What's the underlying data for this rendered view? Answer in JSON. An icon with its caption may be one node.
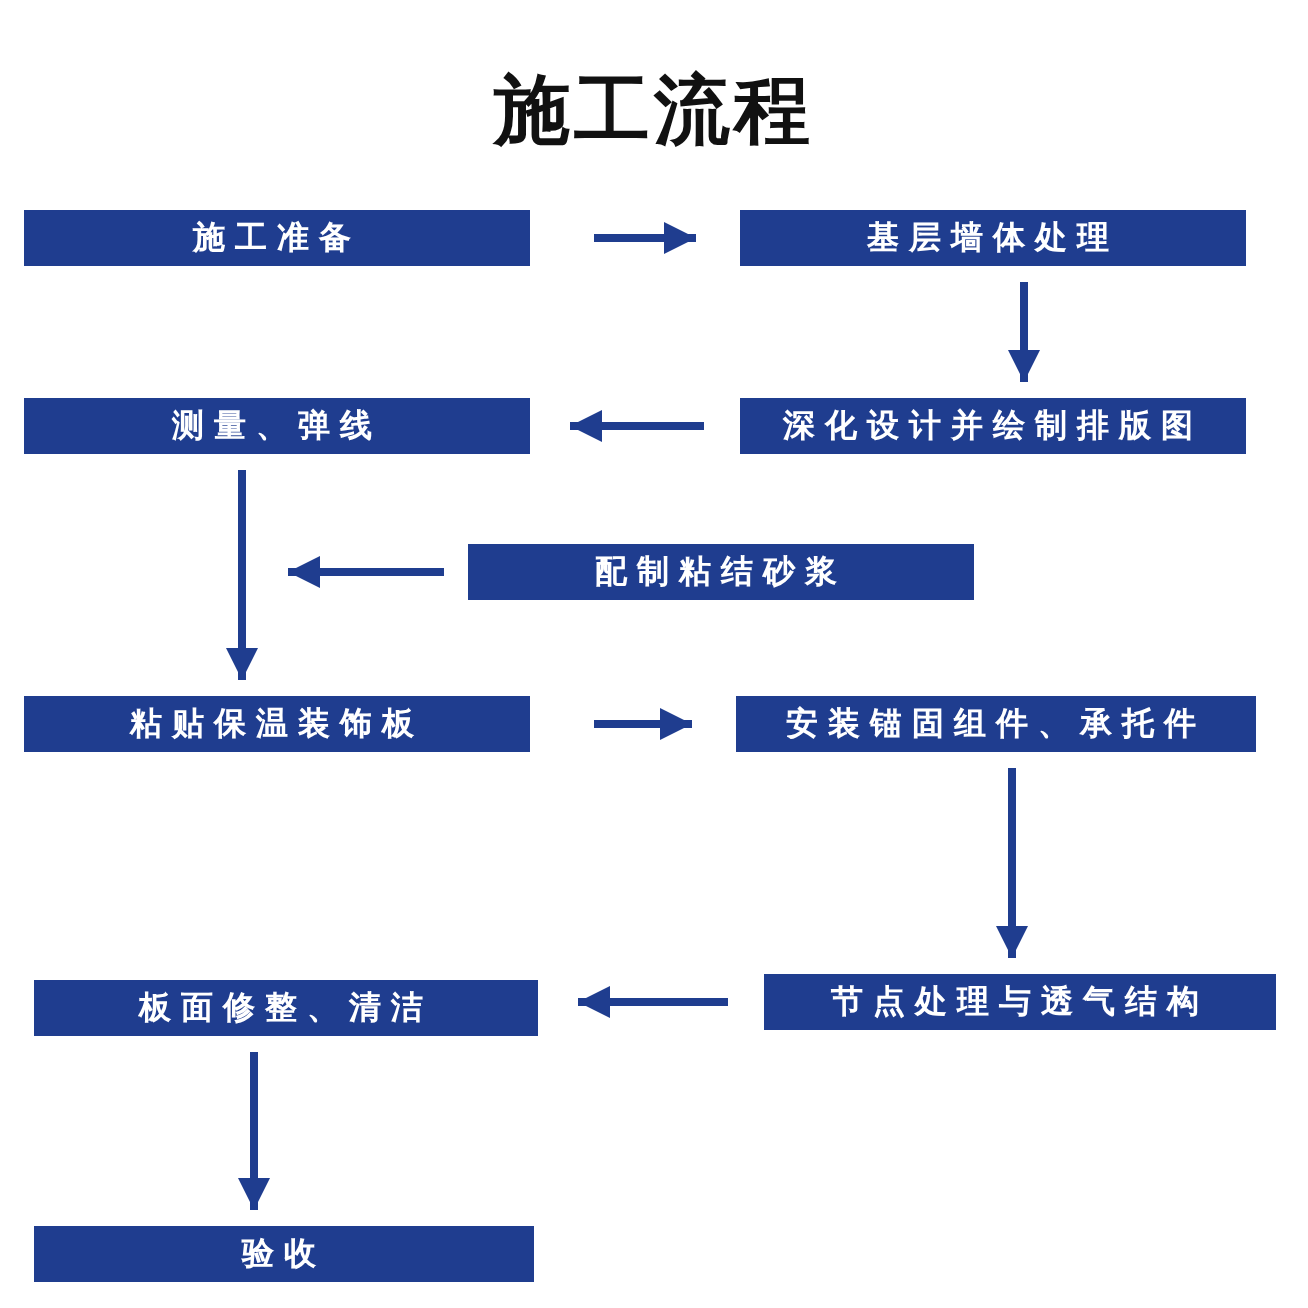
{
  "diagram": {
    "title": "施工流程",
    "nodes": [
      {
        "text": [
          "施工准备"
        ]
      },
      {
        "text": [
          "基层墙体处理"
        ]
      },
      {
        "text": [
          "测量、弹线"
        ]
      },
      {
        "text": [
          "深化设计并绘制排版图"
        ]
      },
      {
        "text": [
          "配制粘结砂浆"
        ]
      },
      {
        "text": [
          "粘贴保温装饰板"
        ]
      },
      {
        "text": [
          "安装锚固组件、承托件"
        ]
      },
      {
        "text": [
          "节点处理与透气结构"
        ]
      },
      {
        "text": [
          "板面修整、清洁"
        ]
      },
      {
        "text": [
          "验收"
        ]
      }
    ],
    "edges": [
      {
        "from": 0,
        "to": 1,
        "arrow": "to"
      },
      {
        "from": 1,
        "to": 3,
        "arrow": "to"
      },
      {
        "from": 3,
        "to": 2,
        "arrow": "to"
      },
      {
        "from": 2,
        "to": 5,
        "arrow": "to"
      },
      {
        "from": 4,
        "to": null,
        "arrow": "to"
      },
      {
        "from": 5,
        "to": 6,
        "arrow": "to"
      },
      {
        "from": 6,
        "to": 7,
        "arrow": "to"
      },
      {
        "from": 7,
        "to": 8,
        "arrow": "to"
      },
      {
        "from": 8,
        "to": 9,
        "arrow": "to"
      }
    ]
  }
}
